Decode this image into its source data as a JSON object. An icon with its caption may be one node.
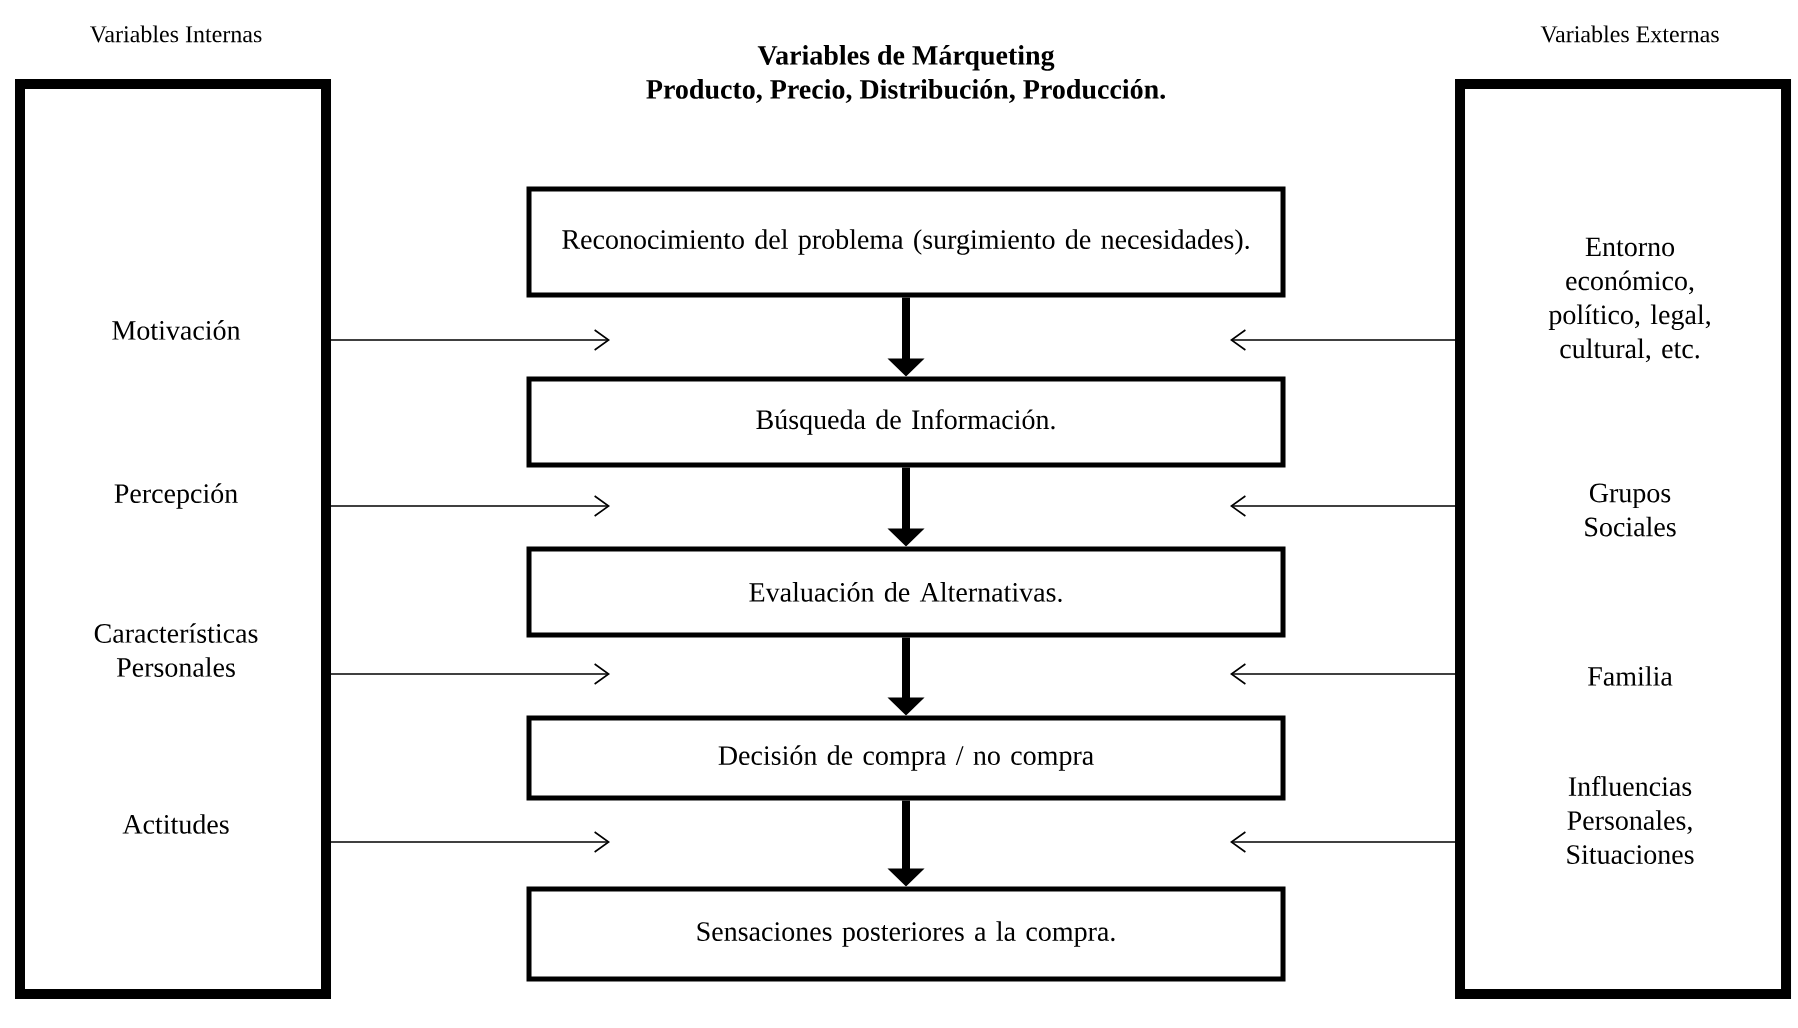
{
  "diagram": {
    "title": "Variables de Márqueting Producto, Precio, Distribución, Producción.",
    "nodes": [
      {
        "text": [
          "Variables Internas"
        ]
      },
      {
        "text": [
          "Motivación"
        ],
        "in": 0
      },
      {
        "text": [
          "Percepción"
        ],
        "in": 0
      },
      {
        "text": [
          "Características Personales"
        ],
        "in": 0
      },
      {
        "text": [
          "Actitudes"
        ],
        "in": 0
      },
      {
        "text": [
          "Variables Externas"
        ]
      },
      {
        "text": [
          "Entorno económico, político, legal, cultural, etc."
        ],
        "in": 5
      },
      {
        "text": [
          "Grupos Sociales"
        ],
        "in": 5
      },
      {
        "text": [
          "Familia"
        ],
        "in": 5
      },
      {
        "text": [
          "Influencias Personales, Situaciones"
        ],
        "in": 5
      },
      {
        "text": [
          "Reconocimiento del problema (surgimiento de necesidades)."
        ]
      },
      {
        "text": [
          "Búsqueda de Información."
        ]
      },
      {
        "text": [
          "Evaluación de Alternativas."
        ]
      },
      {
        "text": [
          "Decisión de compra / no compra"
        ]
      },
      {
        "text": [
          "Sensaciones posteriores a la compra."
        ]
      }
    ],
    "edges": [
      {
        "from": 0,
        "to": null,
        "arrow": "to"
      },
      {
        "from": 0,
        "to": null,
        "arrow": "to"
      },
      {
        "from": 0,
        "to": null,
        "arrow": "to"
      },
      {
        "from": 0,
        "to": null,
        "arrow": "to"
      },
      {
        "from": 5,
        "to": null,
        "arrow": "to"
      },
      {
        "from": 5,
        "to": null,
        "arrow": "to"
      },
      {
        "from": 5,
        "to": null,
        "arrow": "to"
      },
      {
        "from": 5,
        "to": null,
        "arrow": "to"
      },
      {
        "from": 10,
        "to": 11,
        "arrow": "to",
        "style": "thick"
      },
      {
        "from": 11,
        "to": 12,
        "arrow": "to",
        "style": "thick"
      },
      {
        "from": 12,
        "to": 13,
        "arrow": "to",
        "style": "thick"
      },
      {
        "from": 13,
        "to": 14,
        "arrow": "to",
        "style": "thick"
      }
    ]
  }
}
